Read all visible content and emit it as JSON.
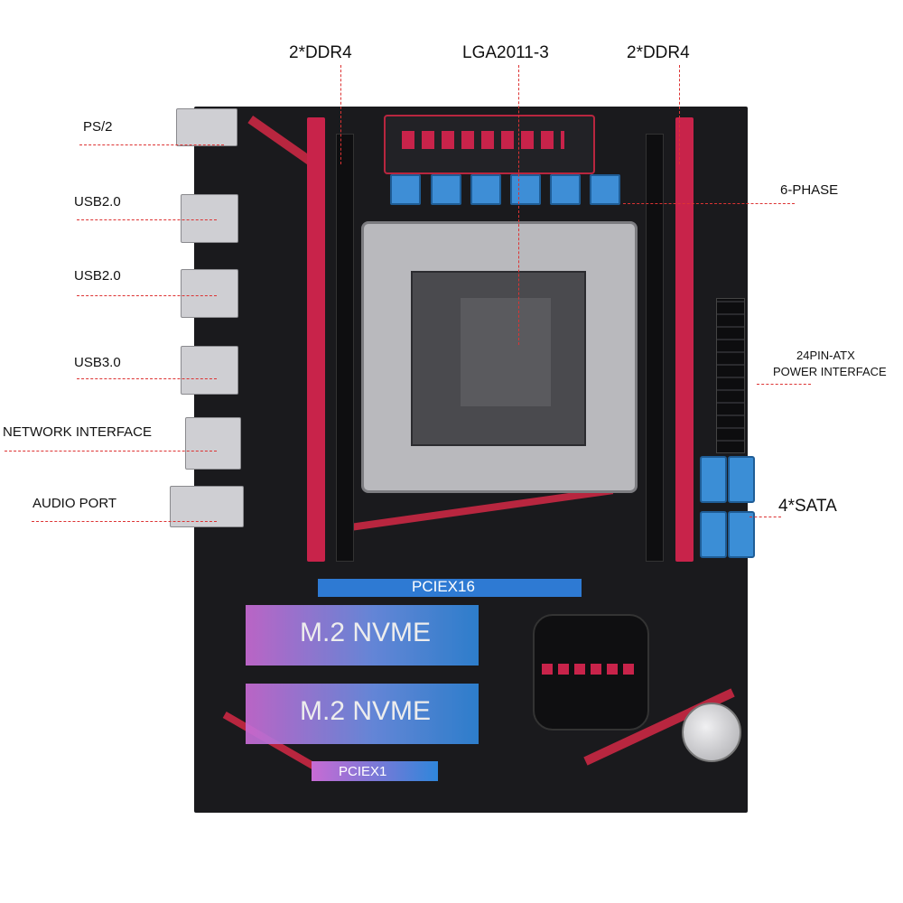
{
  "labels": {
    "ddr4_left": "2*DDR4",
    "socket": "LGA2011-3",
    "ddr4_right": "2*DDR4",
    "ps2": "PS/2",
    "usb2_a": "USB2.0",
    "usb2_b": "USB2.0",
    "usb3": "USB3.0",
    "network": "NETWORK INTERFACE",
    "audio": "AUDIO PORT",
    "phase": "6-PHASE",
    "atx_line1": "24PIN-ATX",
    "atx_line2": "POWER INTERFACE",
    "sata": "4*SATA",
    "pciex16": "PCIEX16",
    "m2_1": "M.2 NVME",
    "m2_2": "M.2 NVME",
    "pciex1": "PCIEX1"
  },
  "colors": {
    "board": "#1a1a1d",
    "accent_red": "#c8234a",
    "highlight_blue": "#2e7ad3",
    "leader_line": "#d33333"
  }
}
